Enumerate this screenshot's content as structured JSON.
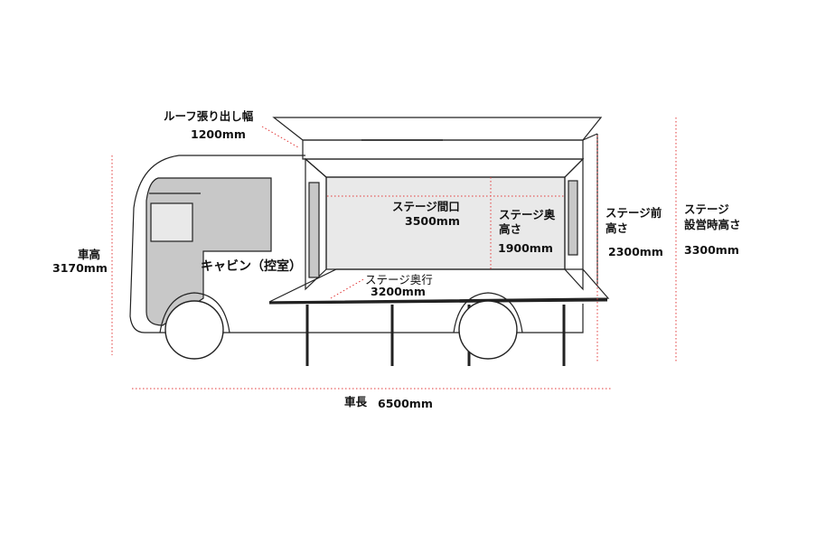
{
  "labels": {
    "roof_overhang": [
      "ルーフ張り出し幅",
      "1200mm"
    ],
    "stage_width": [
      "ステージ間口",
      "3500mm"
    ],
    "stage_rear_height": [
      "ステージ奥",
      "高さ",
      "1900mm"
    ],
    "stage_front_height": [
      "ステージ前",
      "高さ",
      "2300mm"
    ],
    "stage_setup_height": [
      "ステージ",
      "設営時高さ",
      "3300mm"
    ],
    "vehicle_height": [
      "車高",
      "3170mm"
    ],
    "cabin": [
      "キャビン（控室）"
    ],
    "stage_depth": [
      "ステージ奥行",
      "3200mm"
    ],
    "vehicle_length": [
      "車長",
      "6500mm"
    ]
  },
  "colors": {
    "dimension_line": "#e23a3a",
    "outline": "#222222",
    "cabin_fill": "#c8c8c8",
    "stage_fill": "#e9e9e9"
  }
}
